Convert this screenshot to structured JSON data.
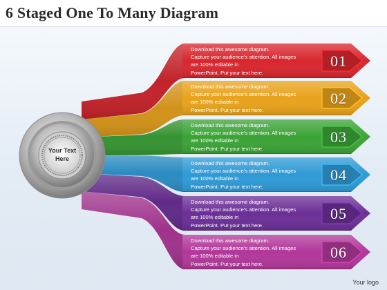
{
  "title": "6 Staged One To Many Diagram",
  "hub": {
    "line1": "Your Text",
    "line2": "Here"
  },
  "colors": {
    "red": "#d9262e",
    "orange": "#e9a21b",
    "green": "#3ba336",
    "blue": "#2f9ad6",
    "purple": "#6b2f97",
    "magenta": "#b1389a"
  },
  "stages": [
    {
      "number": "01",
      "color": "red",
      "lines": [
        "Download this awesome diagram.",
        "Capture your audience's attention. All images",
        "are 100% editable in",
        "PowerPoint.  Put your text here."
      ]
    },
    {
      "number": "02",
      "color": "orange",
      "lines": [
        "Download this awesome diagram.",
        "Capture your audience's attention. All images",
        "are 100% editable in",
        "PowerPoint.  Put your text here."
      ]
    },
    {
      "number": "03",
      "color": "green",
      "lines": [
        "Download this awesome diagram.",
        "Capture your audience's attention. All images",
        "are 100% editable in",
        "PowerPoint.  Put your text here."
      ]
    },
    {
      "number": "04",
      "color": "blue",
      "lines": [
        "Download this awesome diagram.",
        "Capture your audience's attention. All images",
        "are 100% editable in",
        "PowerPoint.  Put your text here."
      ]
    },
    {
      "number": "05",
      "color": "purple",
      "lines": [
        "Download this awesome diagram.",
        "Capture your audience's attention. All images",
        "are 100% editable in",
        "PowerPoint.  Put your text here."
      ]
    },
    {
      "number": "06",
      "color": "magenta",
      "lines": [
        "Download this awesome diagram.",
        "Capture your audience's attention. All images",
        "are 100% editable in",
        "PowerPoint.  Put your text here."
      ]
    }
  ],
  "logo": "Your logo"
}
